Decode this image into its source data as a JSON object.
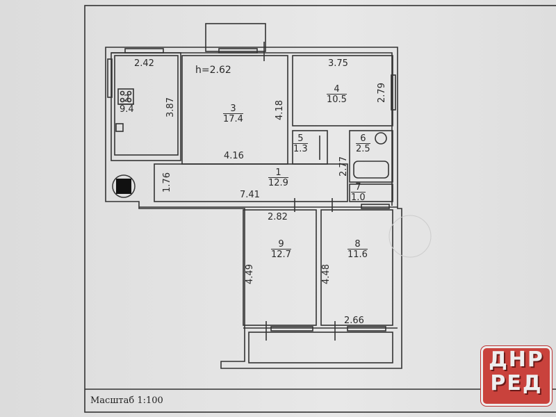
{
  "plan": {
    "ceiling_height": "h=2.62",
    "scale_label": "Масштаб 1:100",
    "rooms": [
      {
        "number": "1",
        "area": "12.9"
      },
      {
        "number": "2",
        "area": "9.4"
      },
      {
        "number": "3",
        "area": "17.4"
      },
      {
        "number": "4",
        "area": "10.5"
      },
      {
        "number": "5",
        "area": "1.3"
      },
      {
        "number": "6",
        "area": "2.5"
      },
      {
        "number": "7",
        "area": "1.0"
      },
      {
        "number": "8",
        "area": "11.6"
      },
      {
        "number": "9",
        "area": "12.7"
      }
    ],
    "dimensions": {
      "kitchen_width": "2.42",
      "kitchen_length": "3.87",
      "room3_width": "4.16",
      "room3_length": "4.18",
      "room4_width": "3.75",
      "room4_length": "2.79",
      "hall_width": "1.76",
      "hall_length": "7.41",
      "bath_length": "2.77",
      "room9_width": "2.82",
      "room9_length": "4.49",
      "room8_width": "2.66",
      "room8_length": "4.48"
    }
  },
  "logo": {
    "line1": "ДНР",
    "line2": "РЕД"
  }
}
